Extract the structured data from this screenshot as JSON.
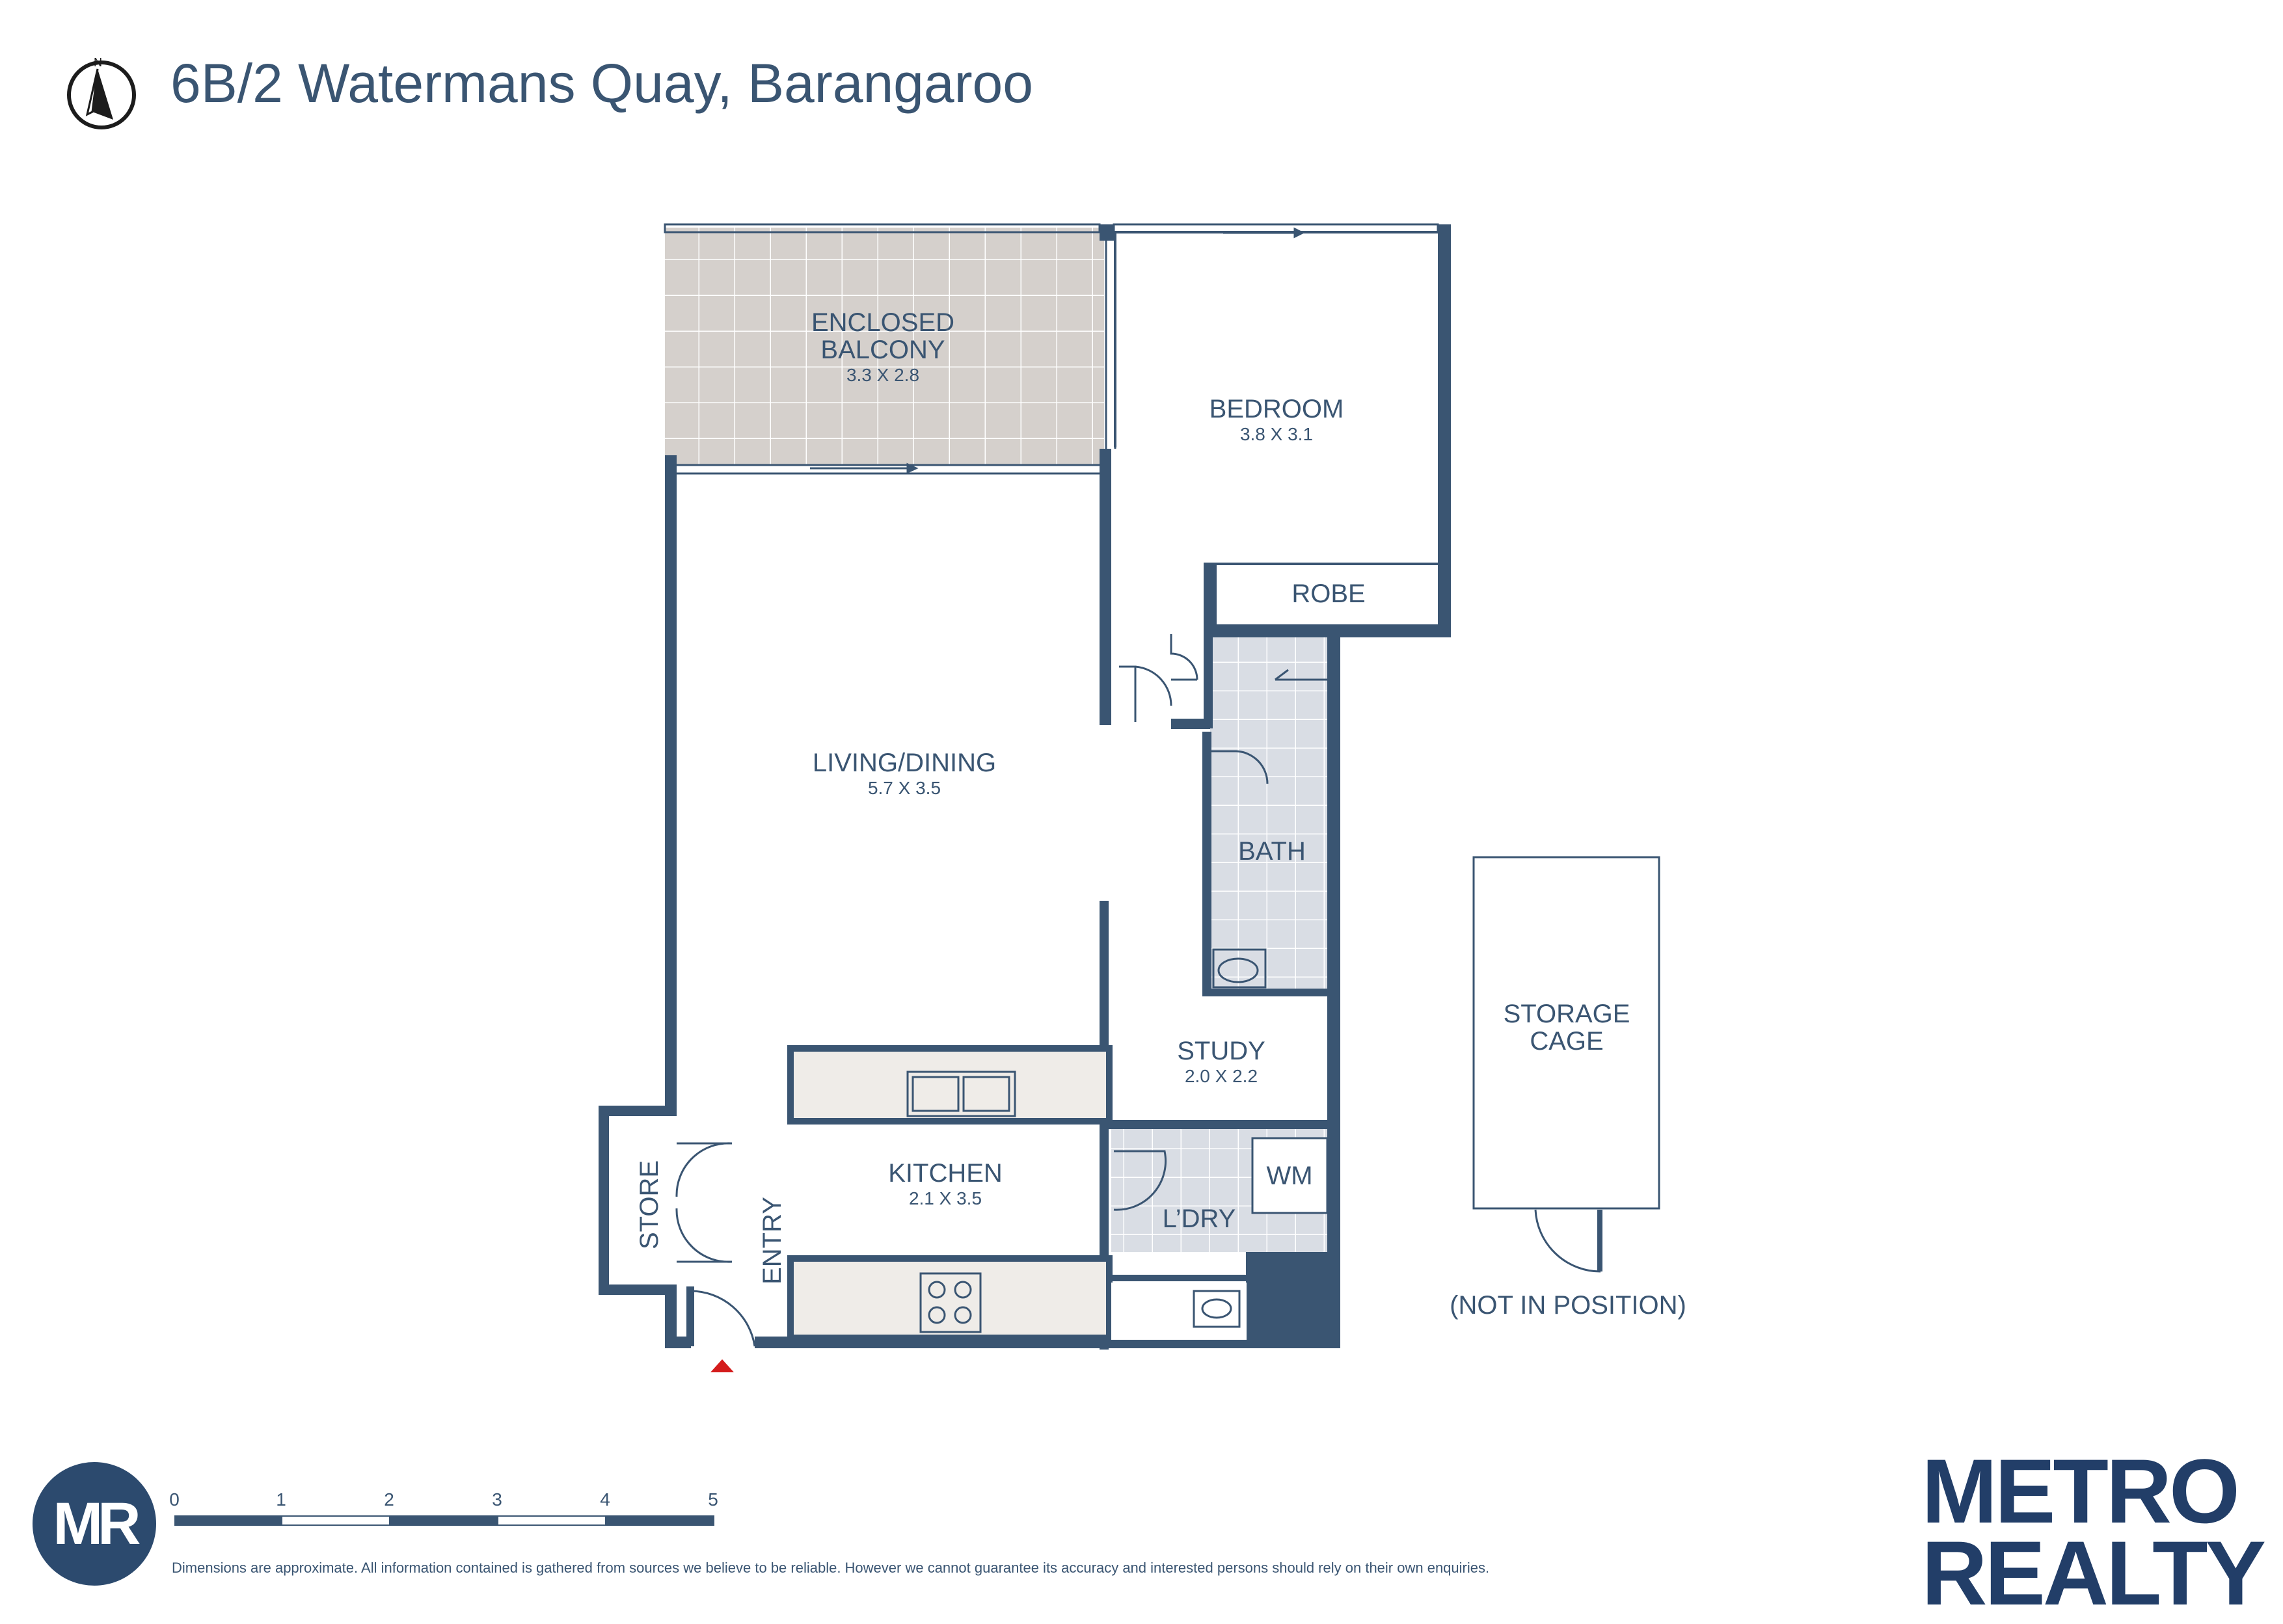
{
  "title": "6B/2 Watermans Quay, Barangaroo",
  "compass": {
    "label": "N",
    "icon": "north-arrow-icon"
  },
  "rooms": {
    "balcony": {
      "name_line1": "ENCLOSED",
      "name_line2": "BALCONY",
      "dims": "3.3 X 2.8"
    },
    "bedroom": {
      "name": "BEDROOM",
      "dims": "3.8 X 3.1"
    },
    "robe": {
      "name": "ROBE"
    },
    "living": {
      "name": "LIVING/DINING",
      "dims": "5.7 X 3.5"
    },
    "bath": {
      "name": "BATH"
    },
    "study": {
      "name": "STUDY",
      "dims": "2.0 X 2.2"
    },
    "kitchen": {
      "name": "KITCHEN",
      "dims": "2.1 X 3.5"
    },
    "laundry": {
      "name": "L’DRY"
    },
    "wm": {
      "name": "WM"
    },
    "store": {
      "name": "STORE"
    },
    "entry": {
      "name": "ENTRY"
    },
    "storage_cage": {
      "name_line1": "STORAGE",
      "name_line2": "CAGE",
      "note": "(NOT IN POSITION)"
    }
  },
  "scale": {
    "labels": [
      "0",
      "1",
      "2",
      "3",
      "4",
      "5"
    ]
  },
  "disclaimer": "Dimensions are approximate. All information contained is gathered from sources we believe to be reliable. However we cannot guarantee its accuracy and interested persons should rely on their own enquiries.",
  "logo": {
    "initials": "MR"
  },
  "brand": {
    "line1": "METRO",
    "line2": "REALTY"
  },
  "colors": {
    "wall": "#3a5572",
    "balcony_tile": "#d5d0cc",
    "bath_tile": "#d9dde4",
    "bench": "#efece8",
    "entry_marker": "#d41c1c",
    "brand": "#223e68"
  }
}
